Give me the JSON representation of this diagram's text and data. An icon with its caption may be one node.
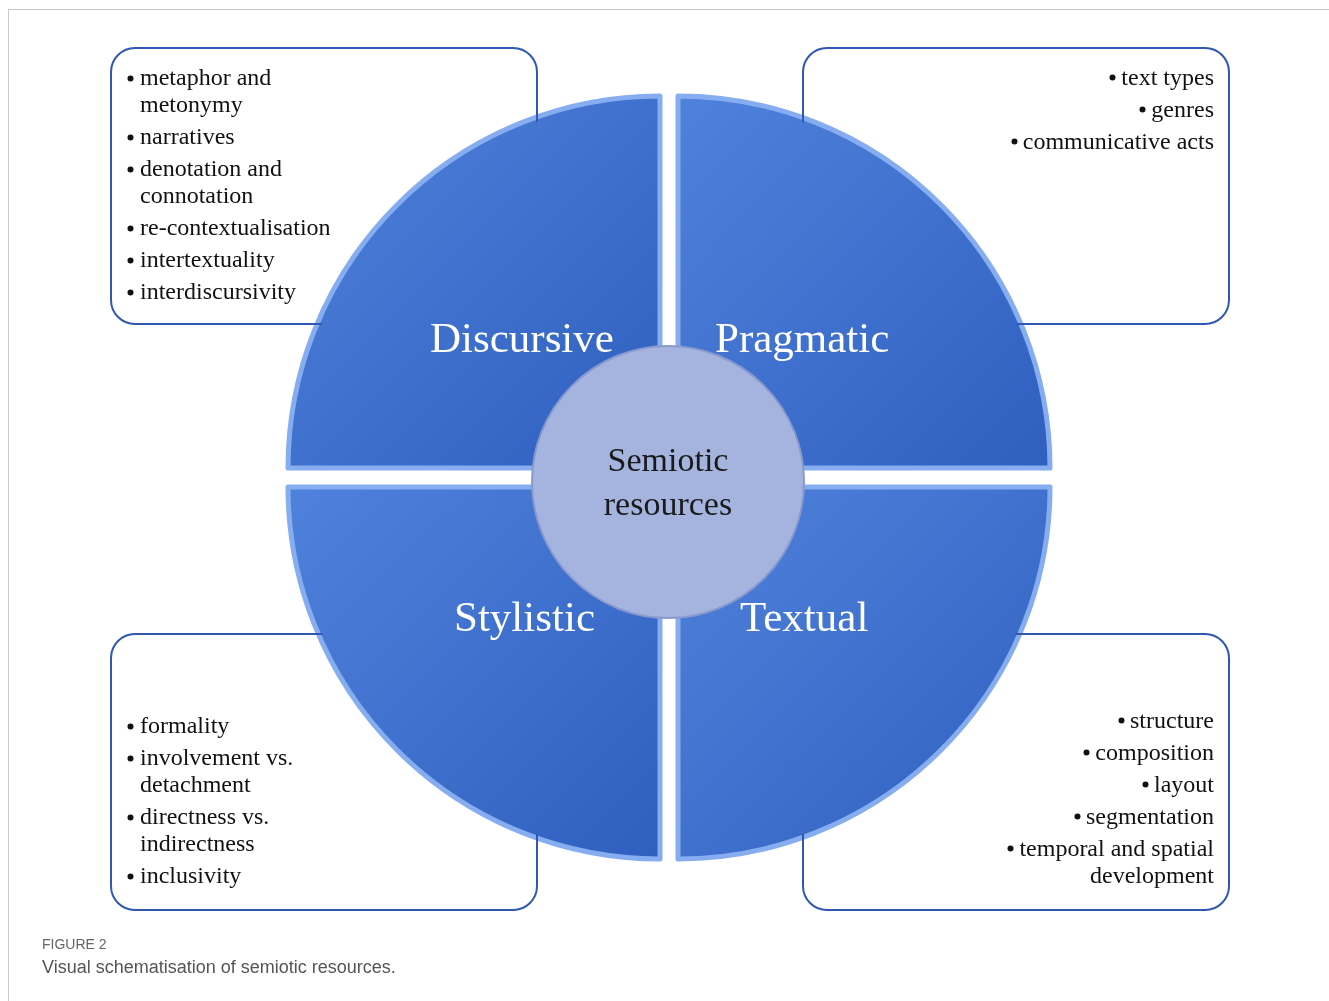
{
  "diagram": {
    "caption": "Visual schematisation of semiotic resources.",
    "nodes": [
      {
        "text": [
          "metaphor and metonymy",
          "narratives",
          "denotation and connotation",
          "re-contextualisation",
          "intertextuality",
          "interdiscursivity"
        ]
      },
      {
        "text": [
          "text types",
          "genres",
          "communicative acts"
        ]
      },
      {
        "text": [
          "Discursive"
        ]
      },
      {
        "text": [
          "Pragmatic"
        ]
      },
      {
        "text": [
          "Semiotic resources"
        ]
      },
      {
        "text": [
          "Stylistic"
        ]
      },
      {
        "text": [
          "Textual"
        ]
      },
      {
        "text": [
          "formality",
          "involvement vs. detachment",
          "directness vs. indirectness",
          "inclusivity"
        ]
      },
      {
        "text": [
          "structure",
          "composition",
          "layout",
          "segmentation",
          "temporal and spatial development"
        ]
      }
    ],
    "labels": [
      "FIGURE 2"
    ]
  }
}
